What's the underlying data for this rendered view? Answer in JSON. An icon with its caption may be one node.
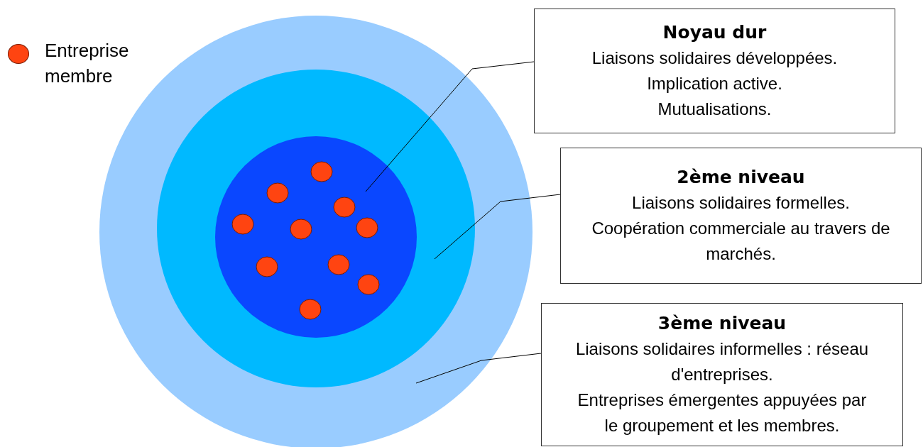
{
  "diagram": {
    "nodes": [
      {
        "text": [],
        "shape": "circle"
      },
      {
        "text": [],
        "shape": "circle",
        "in": 0
      },
      {
        "text": [],
        "shape": "circle",
        "in": 1
      },
      {
        "text": [
          "Noyau dur",
          "Liaisons solidaires développées.",
          "Implication active.",
          "Mutualisations."
        ]
      },
      {
        "text": [
          "2ème niveau",
          "Liaisons solidaires formelles.",
          "Coopération commerciale au travers de marchés."
        ]
      },
      {
        "text": [
          "3ème niveau",
          "Liaisons solidaires informelles : réseau d'entreprises.",
          "Entreprises émergentes appuyées par le groupement et les membres."
        ]
      }
    ],
    "edges": [
      {
        "from": 3,
        "to": 2,
        "arrow": "none"
      },
      {
        "from": 4,
        "to": 1,
        "arrow": "none"
      },
      {
        "from": 5,
        "to": 0,
        "arrow": "none"
      }
    ],
    "legend": [
      {
        "text": "Entreprise membre",
        "color": "#ff4411"
      }
    ]
  }
}
